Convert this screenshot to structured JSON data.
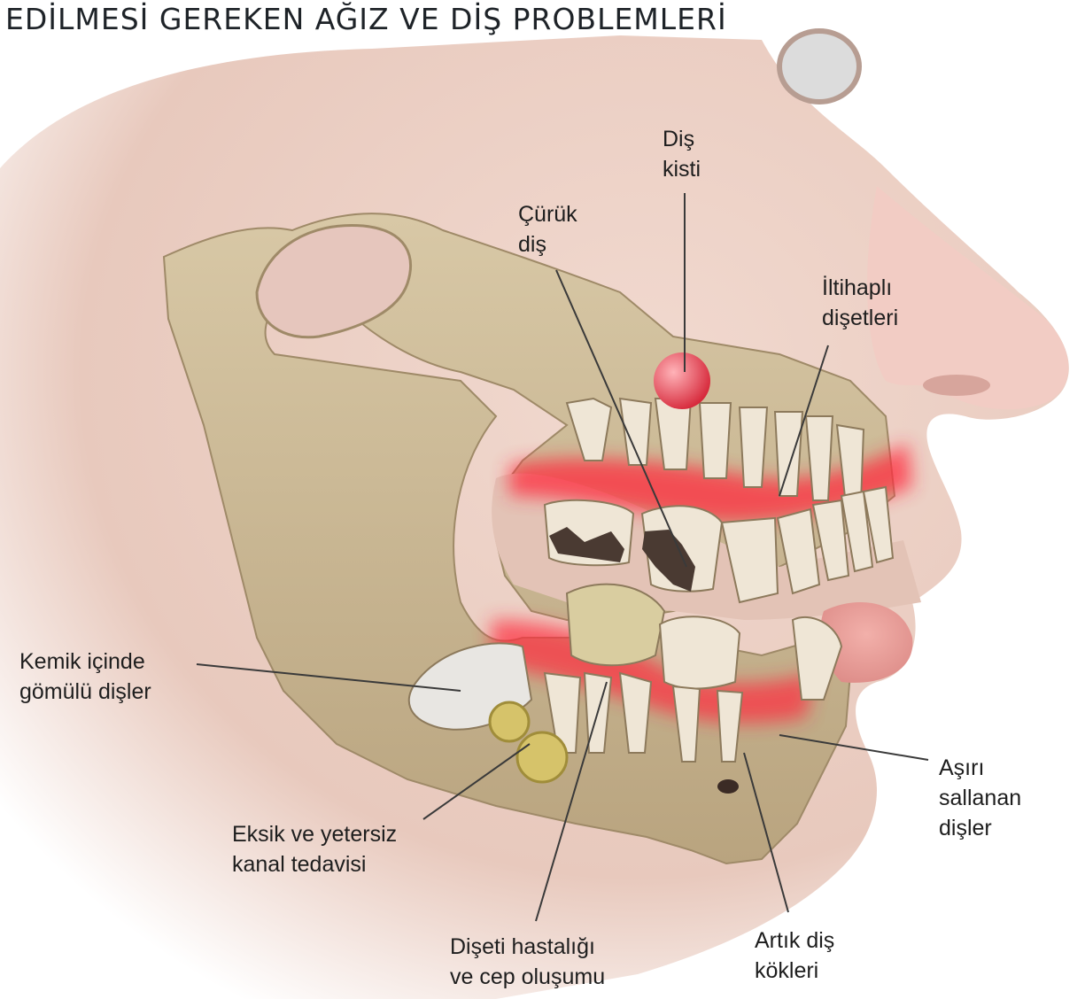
{
  "title": "EDİLMESİ GEREKEN AĞIZ VE DİŞ PROBLEMLERİ",
  "labels": {
    "dis_kisti": [
      "Diş",
      "kisti"
    ],
    "curuk_dis": [
      "Çürük",
      "diş"
    ],
    "iltihapli_disetleri": [
      "İltihaplı",
      "dişetleri"
    ],
    "gomulu_disler": [
      "Kemik içinde",
      "gömülü dişler"
    ],
    "kanal_tedavisi": [
      "Eksik ve yetersiz",
      "kanal tedavisi"
    ],
    "diseti_hastaligi": [
      "Dişeti hastalığı",
      "ve cep oluşumu"
    ],
    "artik_dis_kokleri": [
      "Artık diş",
      "kökleri"
    ],
    "sallanan_disler": [
      "Aşırı",
      "sallanan",
      "dişler"
    ]
  },
  "colors": {
    "skin": "#ecd2c8",
    "bone": "#cdbb98",
    "inflammation": "#ee2a3a",
    "tooth": "#efe8dc",
    "leader_line": "#3a3a3a"
  }
}
